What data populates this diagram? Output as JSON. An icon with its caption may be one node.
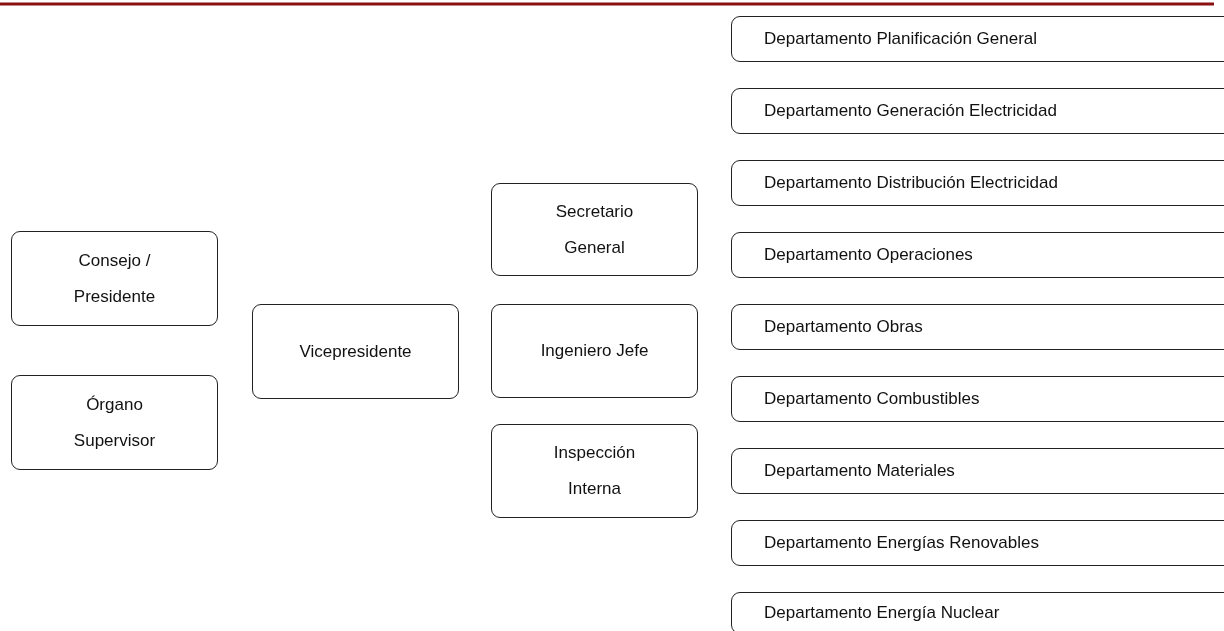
{
  "diagram": {
    "nodes": [
      {
        "text": [
          "Consejo / Presidente"
        ]
      },
      {
        "text": [
          "Órgano Supervisor"
        ]
      },
      {
        "text": [
          "Vicepresidente"
        ]
      },
      {
        "text": [
          "Secretario General"
        ]
      },
      {
        "text": [
          "Ingeniero Jefe"
        ]
      },
      {
        "text": [
          "Inspección Interna"
        ]
      },
      {
        "text": [
          "Departamento Planificación General"
        ]
      },
      {
        "text": [
          "Departamento Generación Electricidad"
        ]
      },
      {
        "text": [
          "Departamento Distribución Electricidad"
        ]
      },
      {
        "text": [
          "Departamento Operaciones"
        ]
      },
      {
        "text": [
          "Departamento Obras"
        ]
      },
      {
        "text": [
          "Departamento Combustibles"
        ]
      },
      {
        "text": [
          "Departamento Materiales"
        ]
      },
      {
        "text": [
          "Departamento Energías Renovables"
        ]
      },
      {
        "text": [
          "Departamento Energía Nuclear"
        ]
      }
    ]
  }
}
